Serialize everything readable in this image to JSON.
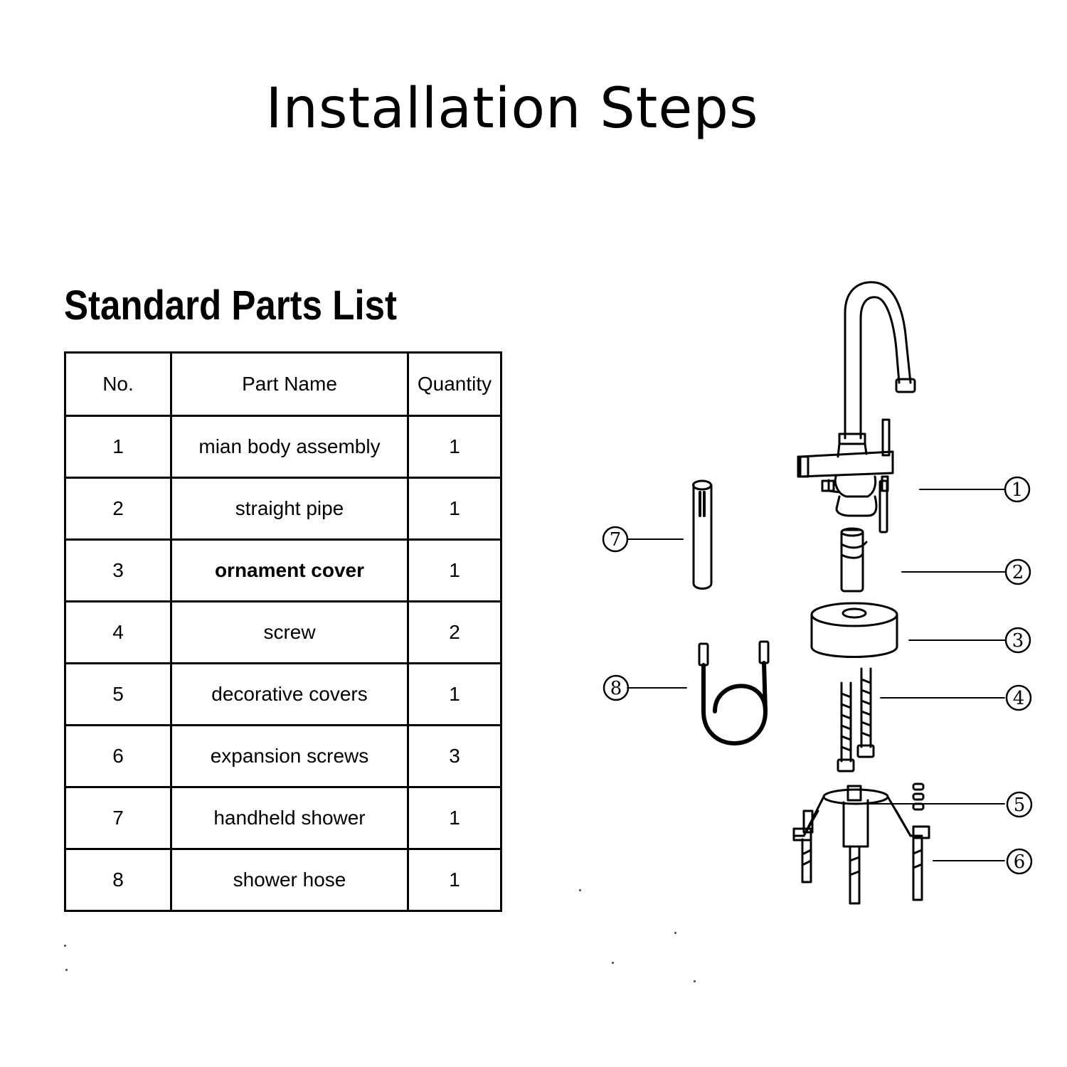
{
  "title": "Installation Steps",
  "parts_list": {
    "heading": "Standard Parts List",
    "headers": {
      "no": "No.",
      "name": "Part Name",
      "qty": "Quantity"
    },
    "rows": [
      {
        "no": "1",
        "name": "mian body assembly",
        "qty": "1"
      },
      {
        "no": "2",
        "name": "straight pipe",
        "qty": "1"
      },
      {
        "no": "3",
        "name": "ornament cover",
        "qty": "1"
      },
      {
        "no": "4",
        "name": "screw",
        "qty": "2"
      },
      {
        "no": "5",
        "name": "decorative covers",
        "qty": "1"
      },
      {
        "no": "6",
        "name": "expansion screws",
        "qty": "3"
      },
      {
        "no": "7",
        "name": "handheld shower",
        "qty": "1"
      },
      {
        "no": "8",
        "name": "shower hose",
        "qty": "1"
      }
    ]
  },
  "diagram": {
    "callouts": [
      "1",
      "2",
      "3",
      "4",
      "5",
      "6",
      "7",
      "8"
    ]
  },
  "colors": {
    "ink": "#000000",
    "background": "#ffffff"
  }
}
